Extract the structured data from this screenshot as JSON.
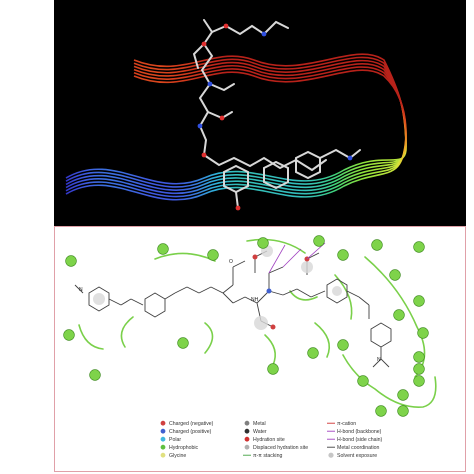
{
  "figure": {
    "top_panel": {
      "ribbon_colors": [
        "#2a1fb8",
        "#3f5be0",
        "#2fb5d8",
        "#3fd27a",
        "#8fe23a",
        "#d9e23a",
        "#f0b42a",
        "#ea7a22",
        "#d8401c",
        "#b8221a"
      ]
    },
    "bottom_panel": {
      "atom_labels": {
        "nitrogen_left": "N",
        "nitrogen_right": "N",
        "nh_center": "NH",
        "oxygen": "O"
      },
      "legend": {
        "col1": [
          {
            "label": "Charged (negative)",
            "color": "#d04040",
            "icon": "sphere-icon"
          },
          {
            "label": "Charged (positive)",
            "color": "#4060d0",
            "icon": "sphere-icon"
          },
          {
            "label": "Polar",
            "color": "#40b8e0",
            "icon": "sphere-icon"
          },
          {
            "label": "Hydrophobic",
            "color": "#60c040",
            "icon": "sphere-icon"
          },
          {
            "label": "Glycine",
            "color": "#e0e080",
            "icon": "sphere-icon"
          }
        ],
        "col2": [
          {
            "label": "Metal",
            "color": "#808080",
            "icon": "sphere-icon"
          },
          {
            "label": "Water",
            "color": "#303030",
            "icon": "sphere-icon"
          },
          {
            "label": "Hydration site",
            "color": "#d03030",
            "icon": "sphere-icon"
          },
          {
            "label": "Displaced hydration site",
            "color": "#b0b0b0",
            "icon": "sphere-icon"
          },
          {
            "label": "π-π stacking",
            "color": "#40a040",
            "icon": "line-icon"
          }
        ],
        "col3": [
          {
            "label": "π-cation",
            "color": "#d03030",
            "icon": "line-icon"
          },
          {
            "label": "H-bond (backbone)",
            "color": "#a040c0",
            "icon": "arrow-icon"
          },
          {
            "label": "H-bond (side chain)",
            "color": "#a040c0",
            "icon": "arrow-icon"
          },
          {
            "label": "Metal coordination",
            "color": "#404040",
            "icon": "line-icon"
          },
          {
            "label": "Solvent exposure",
            "color": "#a0a0a0",
            "icon": "halo-icon"
          }
        ]
      }
    }
  }
}
